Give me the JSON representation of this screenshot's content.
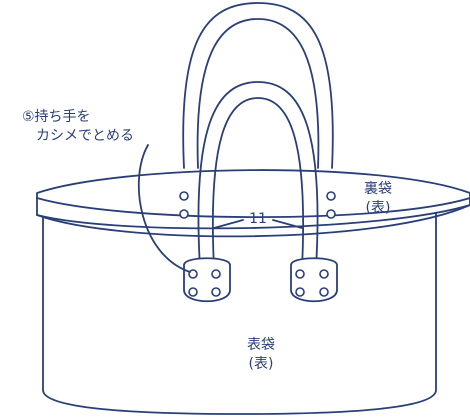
{
  "annotation": {
    "line1": "⑤持ち手を",
    "line2": "カシメでとめる"
  },
  "lining": {
    "line1": "裏袋",
    "line2": "(表)"
  },
  "outer": {
    "line1": "表袋",
    "line2": "(表)"
  },
  "dimension": {
    "value": "11"
  },
  "colors": {
    "stroke": "#2a3f78",
    "background": "#ffffff"
  }
}
